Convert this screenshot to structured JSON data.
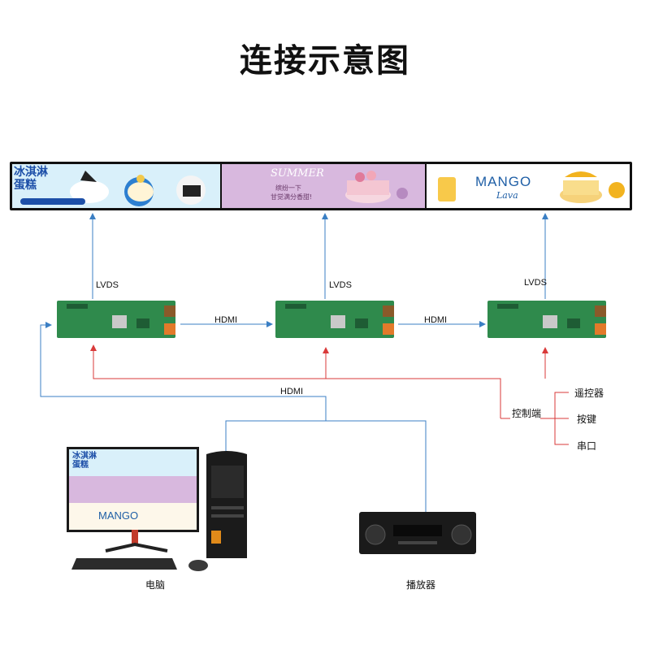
{
  "title": "连接示意图",
  "labels": {
    "lvds": [
      "LVDS",
      "LVDS",
      "LVDS"
    ],
    "hdmi_chain": [
      "HDMI",
      "HDMI"
    ],
    "hdmi_source": "HDMI",
    "control_end": "控制端",
    "control_items": [
      "遥控器",
      "按键",
      "串口"
    ],
    "computer": "电脑",
    "player": "播放器"
  },
  "display": {
    "segments": [
      {
        "theme": "ice-cream-cake",
        "text": [
          "冰淇淋",
          "蛋糕"
        ],
        "bg": "#d9f0fa"
      },
      {
        "theme": "summer-cake",
        "text": [
          "SUMMER",
          "缤纷一下",
          "甘觉满分香甜!"
        ],
        "bg": "#d8b8de"
      },
      {
        "theme": "mango-lava",
        "text": [
          "MANGO",
          "Lava"
        ],
        "bg": "#ffffff"
      }
    ]
  },
  "colors": {
    "signal_line": "#3b7fc4",
    "control_line": "#d93a3a",
    "board_green": "#2f8a4c"
  },
  "icons": {
    "board": "driver-board-icon",
    "monitor": "monitor-icon",
    "tower": "pc-tower-icon",
    "keyboard": "keyboard-icon",
    "mouse": "mouse-icon",
    "receiver": "av-receiver-icon"
  }
}
